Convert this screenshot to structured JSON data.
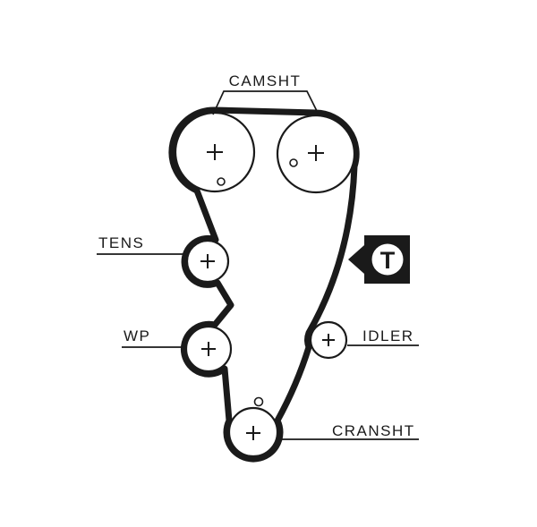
{
  "diagram": {
    "labels": {
      "camshaft": "CAMSHT",
      "tensioner": "TENS",
      "water_pump": "WP",
      "idler": "IDLER",
      "crankshaft": "CRANSHT"
    },
    "marker": {
      "letter": "T"
    },
    "colors": {
      "ink": "#1a1a1a",
      "background": "#ffffff"
    }
  }
}
